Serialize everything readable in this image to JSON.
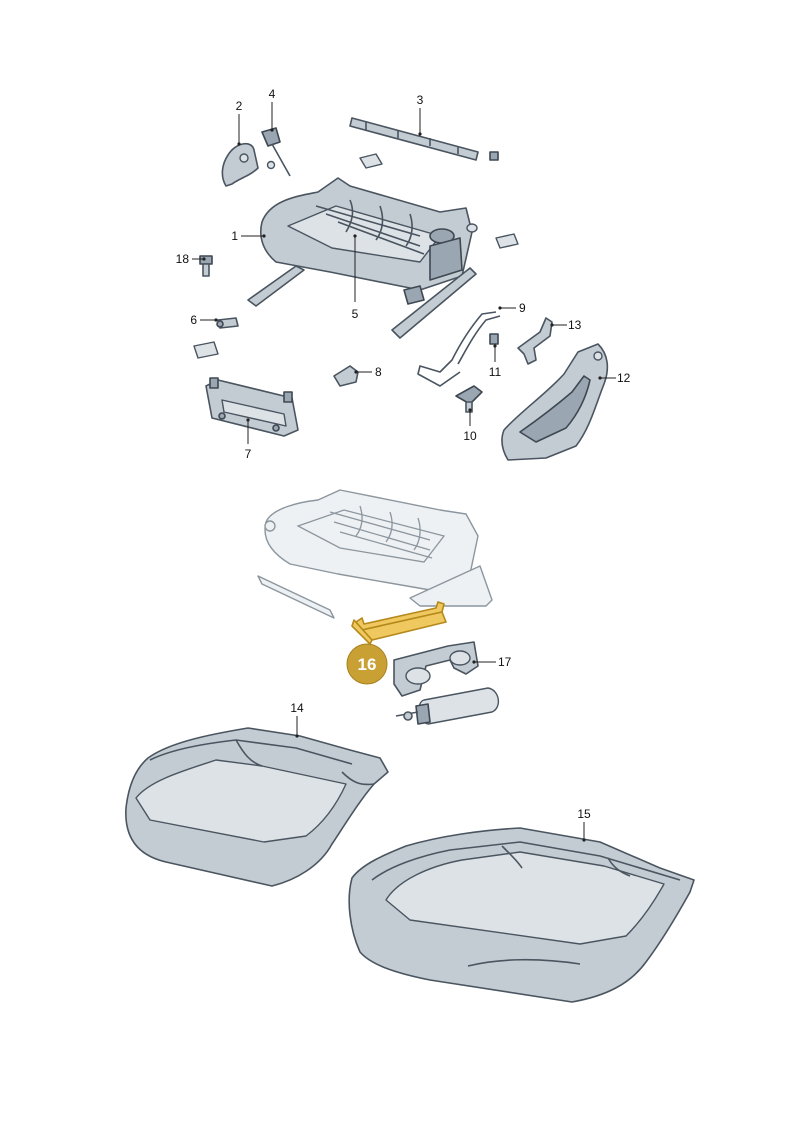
{
  "callouts": {
    "c1": "1",
    "c2": "2",
    "c3": "3",
    "c4": "4",
    "c5": "5",
    "c6": "6",
    "c7": "7",
    "c8": "8",
    "c9": "9",
    "c10": "10",
    "c11": "11",
    "c12": "12",
    "c13": "13",
    "c14": "14",
    "c15": "15",
    "c17": "17",
    "c18": "18"
  },
  "highlight": {
    "label": "16",
    "color": "#c9a033"
  },
  "colors": {
    "part": "#c4ccd3",
    "outline": "#4a5560",
    "highlight_part": "#f0c860"
  }
}
